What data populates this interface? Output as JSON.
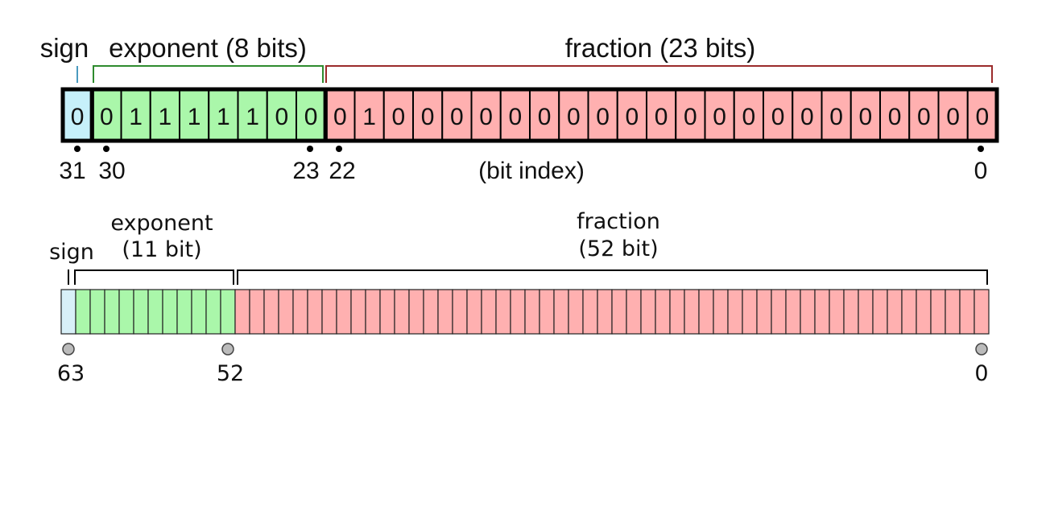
{
  "single": {
    "labels": {
      "sign": "sign",
      "exponent": "exponent (8 bits)",
      "fraction": "fraction (23 bits)",
      "bit_index": "(bit index)"
    },
    "bits": [
      "0",
      "0",
      "1",
      "1",
      "1",
      "1",
      "1",
      "0",
      "0",
      "0",
      "1",
      "0",
      "0",
      "0",
      "0",
      "0",
      "0",
      "0",
      "0",
      "0",
      "0",
      "0",
      "0",
      "0",
      "0",
      "0",
      "0",
      "0",
      "0",
      "0",
      "0",
      "0"
    ],
    "index_labels": [
      "31",
      "30",
      "23",
      "22",
      "0"
    ],
    "colors": {
      "sign": "#c6f0fa",
      "exponent": "#aaf7aa",
      "fraction": "#ffb0b0",
      "sign_bracket": "#4a9abf",
      "exponent_bracket": "#2e8b2e",
      "fraction_bracket": "#9b2b2b"
    }
  },
  "double": {
    "labels": {
      "sign": "sign",
      "exponent_line1": "exponent",
      "exponent_line2": "(11 bit)",
      "fraction_line1": "fraction",
      "fraction_line2": "(52 bit)"
    },
    "bit_count": 64,
    "index_labels": [
      "63",
      "52",
      "0"
    ],
    "colors": {
      "sign": "#d8f0f8",
      "exponent": "#aaf7aa",
      "fraction": "#ffb0b0",
      "bracket": "#000000",
      "dot": "#bbbbbb"
    }
  }
}
